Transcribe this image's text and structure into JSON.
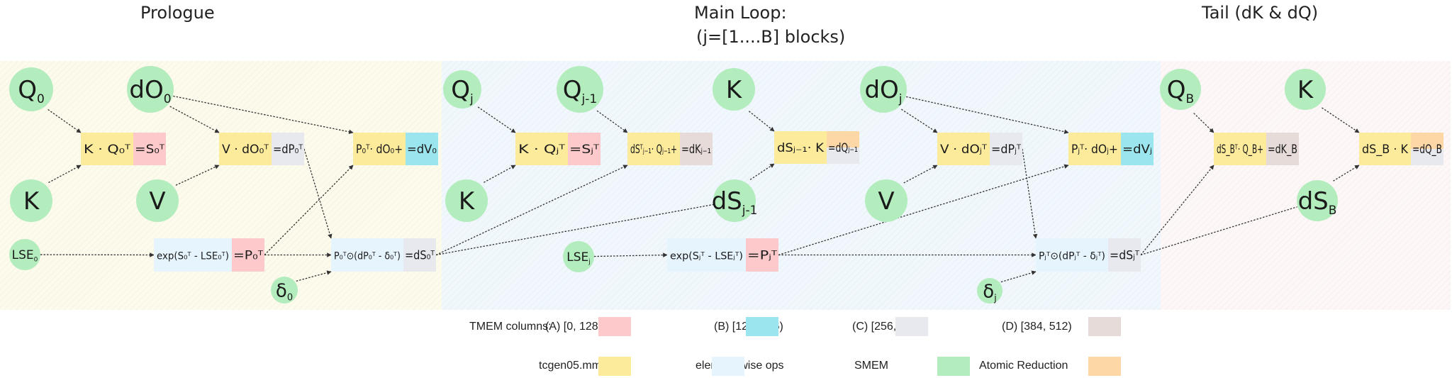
{
  "titles": {
    "prologue": "Prologue",
    "main_line1": "Main Loop:",
    "main_line2": "(j=[1....B] blocks)",
    "tail": "Tail (dK & dQ)"
  },
  "colors": {
    "smem": "#b3ecbd",
    "mma": "#fdeb9c",
    "elementwise": "#e6f4fd",
    "tmem_a": "#fdc9ca",
    "tmem_b": "#9be6ee",
    "tmem_c": "#e8e9ee",
    "tmem_d": "#e6dbd8",
    "atomic": "#fdd7a6",
    "region_prologue": "#fdfbec",
    "region_main": "#f1f8fd",
    "region_tail": "#fdf8f7"
  },
  "regions": [
    {
      "name": "prologue",
      "color_key": "region_prologue"
    },
    {
      "name": "main-loop",
      "color_key": "region_main"
    },
    {
      "name": "tail",
      "color_key": "region_tail"
    }
  ],
  "nodes": [
    {
      "id": "Q0",
      "base": "Q",
      "sub": "0"
    },
    {
      "id": "dO0",
      "base": "dO",
      "sub": "0"
    },
    {
      "id": "K_p",
      "base": "K",
      "sub": ""
    },
    {
      "id": "V_p",
      "base": "V",
      "sub": ""
    },
    {
      "id": "LSE0",
      "base": "LSE",
      "sub": "0"
    },
    {
      "id": "delta0",
      "base": "δ",
      "sub": "0"
    },
    {
      "id": "Qj",
      "base": "Q",
      "sub": "j"
    },
    {
      "id": "Qj1",
      "base": "Q",
      "sub": "j-1"
    },
    {
      "id": "K_m1",
      "base": "K",
      "sub": ""
    },
    {
      "id": "K_m2",
      "base": "K",
      "sub": ""
    },
    {
      "id": "dSj1",
      "base": "dS",
      "sub": "j-1"
    },
    {
      "id": "dOj",
      "base": "dO",
      "sub": "j"
    },
    {
      "id": "V_m",
      "base": "V",
      "sub": ""
    },
    {
      "id": "LSEj",
      "base": "LSE",
      "sub": "j"
    },
    {
      "id": "deltaj",
      "base": "δ",
      "sub": "j"
    },
    {
      "id": "QB",
      "base": "Q",
      "sub": "B"
    },
    {
      "id": "K_t",
      "base": "K",
      "sub": ""
    },
    {
      "id": "dSB",
      "base": "dS",
      "sub": "B"
    }
  ],
  "ops": [
    {
      "id": "p_kq",
      "left": "K · Q₀ᵀ",
      "left_kind": "mma",
      "right": "=S₀ᵀ",
      "right_kind": "tmem_a"
    },
    {
      "id": "p_vdo",
      "left": "V · dO₀ᵀ",
      "left_kind": "mma",
      "right": "=dP₀ᵀ",
      "right_kind": "tmem_c"
    },
    {
      "id": "p_dv",
      "left": "P₀ᵀ· dO₀+",
      "left_kind": "mma",
      "right": "=dV₀",
      "right_kind": "tmem_b"
    },
    {
      "id": "p_exp",
      "left": "exp(S₀ᵀ - LSE₀ᵀ)",
      "left_kind": "elementwise",
      "right": "=P₀ᵀ",
      "right_kind": "tmem_a"
    },
    {
      "id": "p_ds",
      "left": "P₀ᵀ⊙(dP₀ᵀ - δ₀ᵀ)",
      "left_kind": "elementwise",
      "right": "=dS₀ᵀ",
      "right_kind": "tmem_c"
    },
    {
      "id": "m_kq",
      "left": "K · Qⱼᵀ",
      "left_kind": "mma",
      "right": "=Sⱼᵀ",
      "right_kind": "tmem_a"
    },
    {
      "id": "m_dk",
      "left": "dSᵀⱼ₋₁· Qⱼ₋₁+",
      "left_kind": "mma",
      "right": "=dKⱼ₋₁",
      "right_kind": "tmem_d"
    },
    {
      "id": "m_dq",
      "left": "dSⱼ₋₁· K",
      "left_kind": "mma",
      "right": "=dQⱼ₋₁",
      "right_kind": "atomic_split"
    },
    {
      "id": "m_vdo",
      "left": "V · dOⱼᵀ",
      "left_kind": "mma",
      "right": "=dPⱼᵀ",
      "right_kind": "tmem_c"
    },
    {
      "id": "m_dv",
      "left": "Pⱼᵀ· dOⱼ+",
      "left_kind": "mma",
      "right": "=dVⱼ",
      "right_kind": "tmem_b"
    },
    {
      "id": "m_exp",
      "left": "exp(Sⱼᵀ - LSEⱼᵀ)",
      "left_kind": "elementwise",
      "right": "=Pⱼᵀ",
      "right_kind": "tmem_a"
    },
    {
      "id": "m_ds",
      "left": "Pⱼᵀ⊙(dPⱼᵀ - δⱼᵀ)",
      "left_kind": "elementwise",
      "right": "=dSⱼᵀ",
      "right_kind": "tmem_c"
    },
    {
      "id": "t_dk",
      "left": "dS_Bᵀ· Q_B+",
      "left_kind": "mma",
      "right": "=dK_B",
      "right_kind": "tmem_d"
    },
    {
      "id": "t_dq",
      "left": "dS_B · K",
      "left_kind": "mma",
      "right": "=dQ_B",
      "right_kind": "atomic_split"
    }
  ],
  "edges": [
    [
      "Q0",
      "p_kq"
    ],
    [
      "K_p",
      "p_kq"
    ],
    [
      "dO0",
      "p_vdo"
    ],
    [
      "V_p",
      "p_vdo"
    ],
    [
      "dO0",
      "p_dv"
    ],
    [
      "p_exp",
      "p_dv"
    ],
    [
      "LSE0",
      "p_exp"
    ],
    [
      "p_exp",
      "p_ds"
    ],
    [
      "p_vdo",
      "p_ds"
    ],
    [
      "delta0",
      "p_ds"
    ],
    [
      "Qj",
      "m_kq"
    ],
    [
      "K_m1",
      "m_kq"
    ],
    [
      "Qj1",
      "m_dk"
    ],
    [
      "p_ds",
      "m_dk"
    ],
    [
      "p_ds",
      "dSj1"
    ],
    [
      "K_m2",
      "m_dq"
    ],
    [
      "dSj1",
      "m_dq"
    ],
    [
      "dOj",
      "m_vdo"
    ],
    [
      "V_m",
      "m_vdo"
    ],
    [
      "dOj",
      "m_dv"
    ],
    [
      "m_exp",
      "m_dv"
    ],
    [
      "LSEj",
      "m_exp"
    ],
    [
      "m_exp",
      "m_ds"
    ],
    [
      "m_vdo",
      "m_ds"
    ],
    [
      "deltaj",
      "m_ds"
    ],
    [
      "QB",
      "t_dk"
    ],
    [
      "m_ds",
      "t_dk"
    ],
    [
      "m_ds",
      "dSB"
    ],
    [
      "K_t",
      "t_dq"
    ],
    [
      "dSB",
      "t_dq"
    ]
  ],
  "legend": {
    "tmem_title": "TMEM columns:",
    "tmem": [
      {
        "label": "(A) [0, 128)",
        "color_key": "tmem_a"
      },
      {
        "label": "(B) [128, 256)",
        "color_key": "tmem_b"
      },
      {
        "label": "(C) [256, 384)",
        "color_key": "tmem_c"
      },
      {
        "label": "(D) [384, 512)",
        "color_key": "tmem_d"
      }
    ],
    "kinds": [
      {
        "label": "tcgen05.mma",
        "color_key": "mma"
      },
      {
        "label": "element-wise ops",
        "color_key": "elementwise"
      },
      {
        "label": "SMEM",
        "color_key": "smem"
      },
      {
        "label": "Atomic Reduction",
        "color_key": "atomic"
      }
    ]
  }
}
